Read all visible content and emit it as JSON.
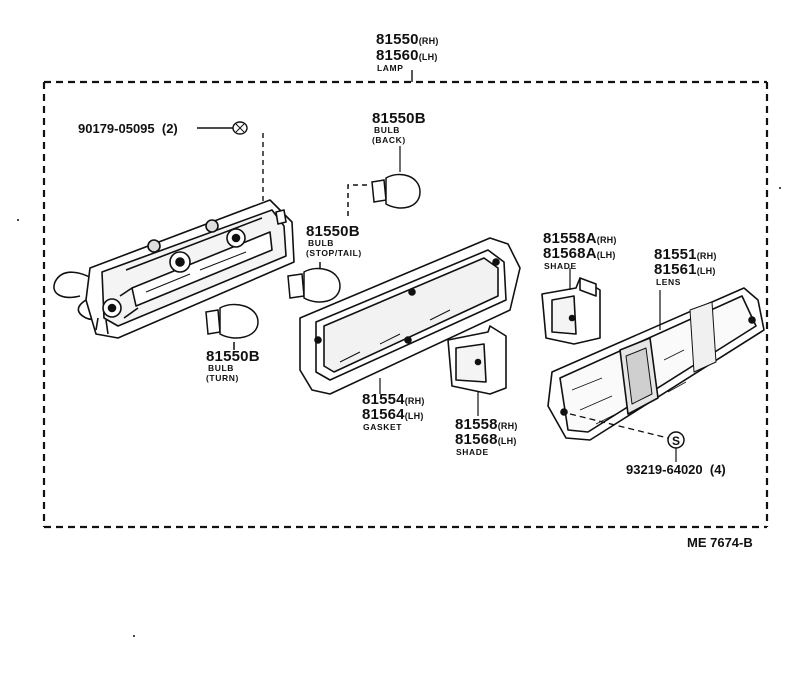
{
  "diagram": {
    "frame_ref": "ME 7674-B",
    "lamp": {
      "number_rh": "81550",
      "side_rh": "(RH)",
      "number_lh": "81560",
      "side_lh": "(LH)",
      "name": "LAMP"
    },
    "screw": {
      "number": "90179-05095",
      "qty": "(2)"
    },
    "bulb_back": {
      "number": "81550B",
      "name": "BULB",
      "sub": "(BACK)"
    },
    "bulb_stop": {
      "number": "81550B",
      "name": "BULB",
      "sub": "(STOP/TAIL)"
    },
    "bulb_turn": {
      "number": "81550B",
      "name": "BULB",
      "sub": "(TURN)"
    },
    "gasket": {
      "number_rh": "81554",
      "side_rh": "(RH)",
      "number_lh": "81564",
      "side_lh": "(LH)",
      "name": "GASKET"
    },
    "shade_a": {
      "number_rh": "81558A",
      "side_rh": "(RH)",
      "number_lh": "81568A",
      "side_lh": "(LH)",
      "name": "SHADE"
    },
    "shade": {
      "number_rh": "81558",
      "side_rh": "(RH)",
      "number_lh": "81568",
      "side_lh": "(LH)",
      "name": "SHADE"
    },
    "lens": {
      "number_rh": "81551",
      "side_rh": "(RH)",
      "number_lh": "81561",
      "side_lh": "(LH)",
      "name": "LENS"
    },
    "lens_screw": {
      "number": "93219-64020",
      "qty": "(4)",
      "marker": "S"
    }
  }
}
